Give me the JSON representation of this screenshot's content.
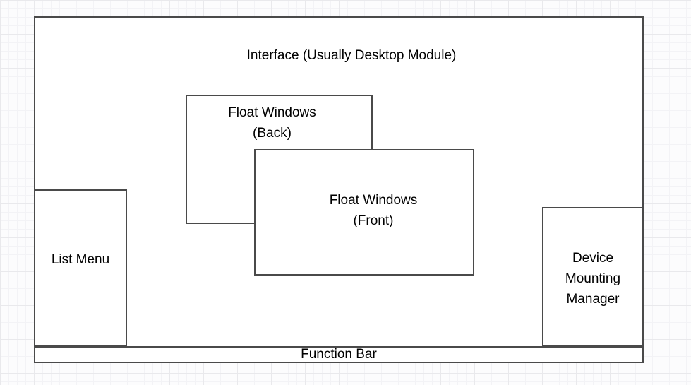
{
  "theme": {
    "canvas_bg": "#fcfcfd",
    "grid_minor": "#f3f3f6",
    "grid_major": "#e9e9ec",
    "shape_border": "#4a4a4a",
    "shape_fill": "#ffffff",
    "text_color": "#000000"
  },
  "diagram": {
    "interface": {
      "label": "Interface (Usually Desktop Module)"
    },
    "float_back": {
      "label": "Float Windows\n(Back)"
    },
    "float_front": {
      "label": "Float Windows\n(Front)"
    },
    "list_menu": {
      "label": "List Menu"
    },
    "device_manager": {
      "label": "Device\nMounting\nManager"
    },
    "function_bar": {
      "label": "Function Bar"
    }
  }
}
